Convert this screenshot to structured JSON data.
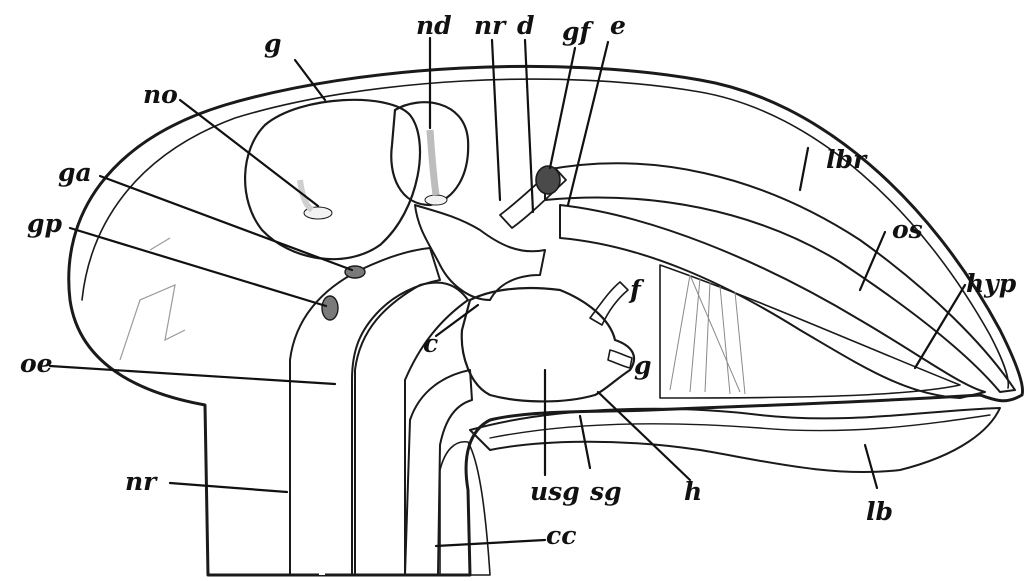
{
  "colors": {
    "ink": "#111111",
    "head_fill": "#e6e6e6",
    "tissue_dark": "#3c3c3c",
    "tissue_mid": "#8e8e8e",
    "tissue_light": "#c8c8c8",
    "background": "#ffffff"
  },
  "labels": {
    "g": "g",
    "nd": "nd",
    "nr_top": "nr",
    "d": "d",
    "gf": "gf",
    "e": "e",
    "no": "no",
    "lbr": "lbr",
    "ga": "ga",
    "os": "os",
    "gp": "gp",
    "hyp": "hyp",
    "f": "f",
    "c": "c",
    "g2": "g",
    "oe": "oe",
    "h": "h",
    "usg": "usg",
    "sg": "sg",
    "nr_bottom": "nr",
    "lb": "lb",
    "cc": "cc"
  }
}
